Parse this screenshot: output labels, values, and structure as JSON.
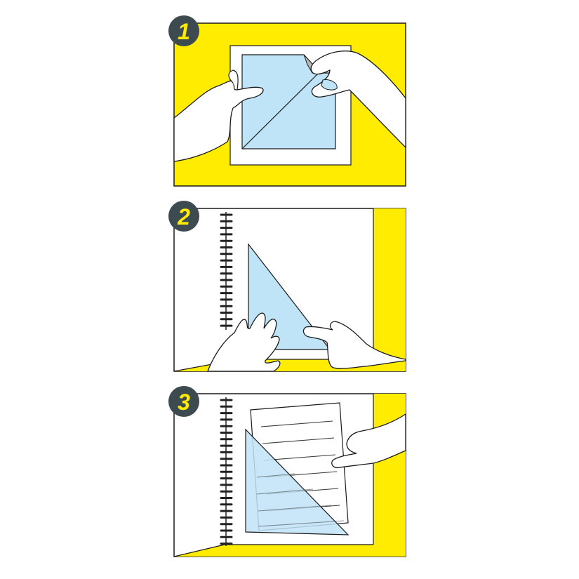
{
  "colors": {
    "yellow": "#ffec00",
    "film_blue": "#bfe3f7",
    "badge_bg": "#3d4a4f",
    "badge_text": "#ffec00",
    "outline": "#1a1a1a",
    "peel_gray": "#b9b9b9",
    "coil": "#222222",
    "text_lines": "#3a3a3a"
  },
  "icons": {
    "hand": "hand-icon",
    "spiral": "spiral-binding-icon",
    "sheet": "document-sheet-icon"
  },
  "steps": [
    {
      "number": "1"
    },
    {
      "number": "2"
    },
    {
      "number": "3"
    }
  ]
}
